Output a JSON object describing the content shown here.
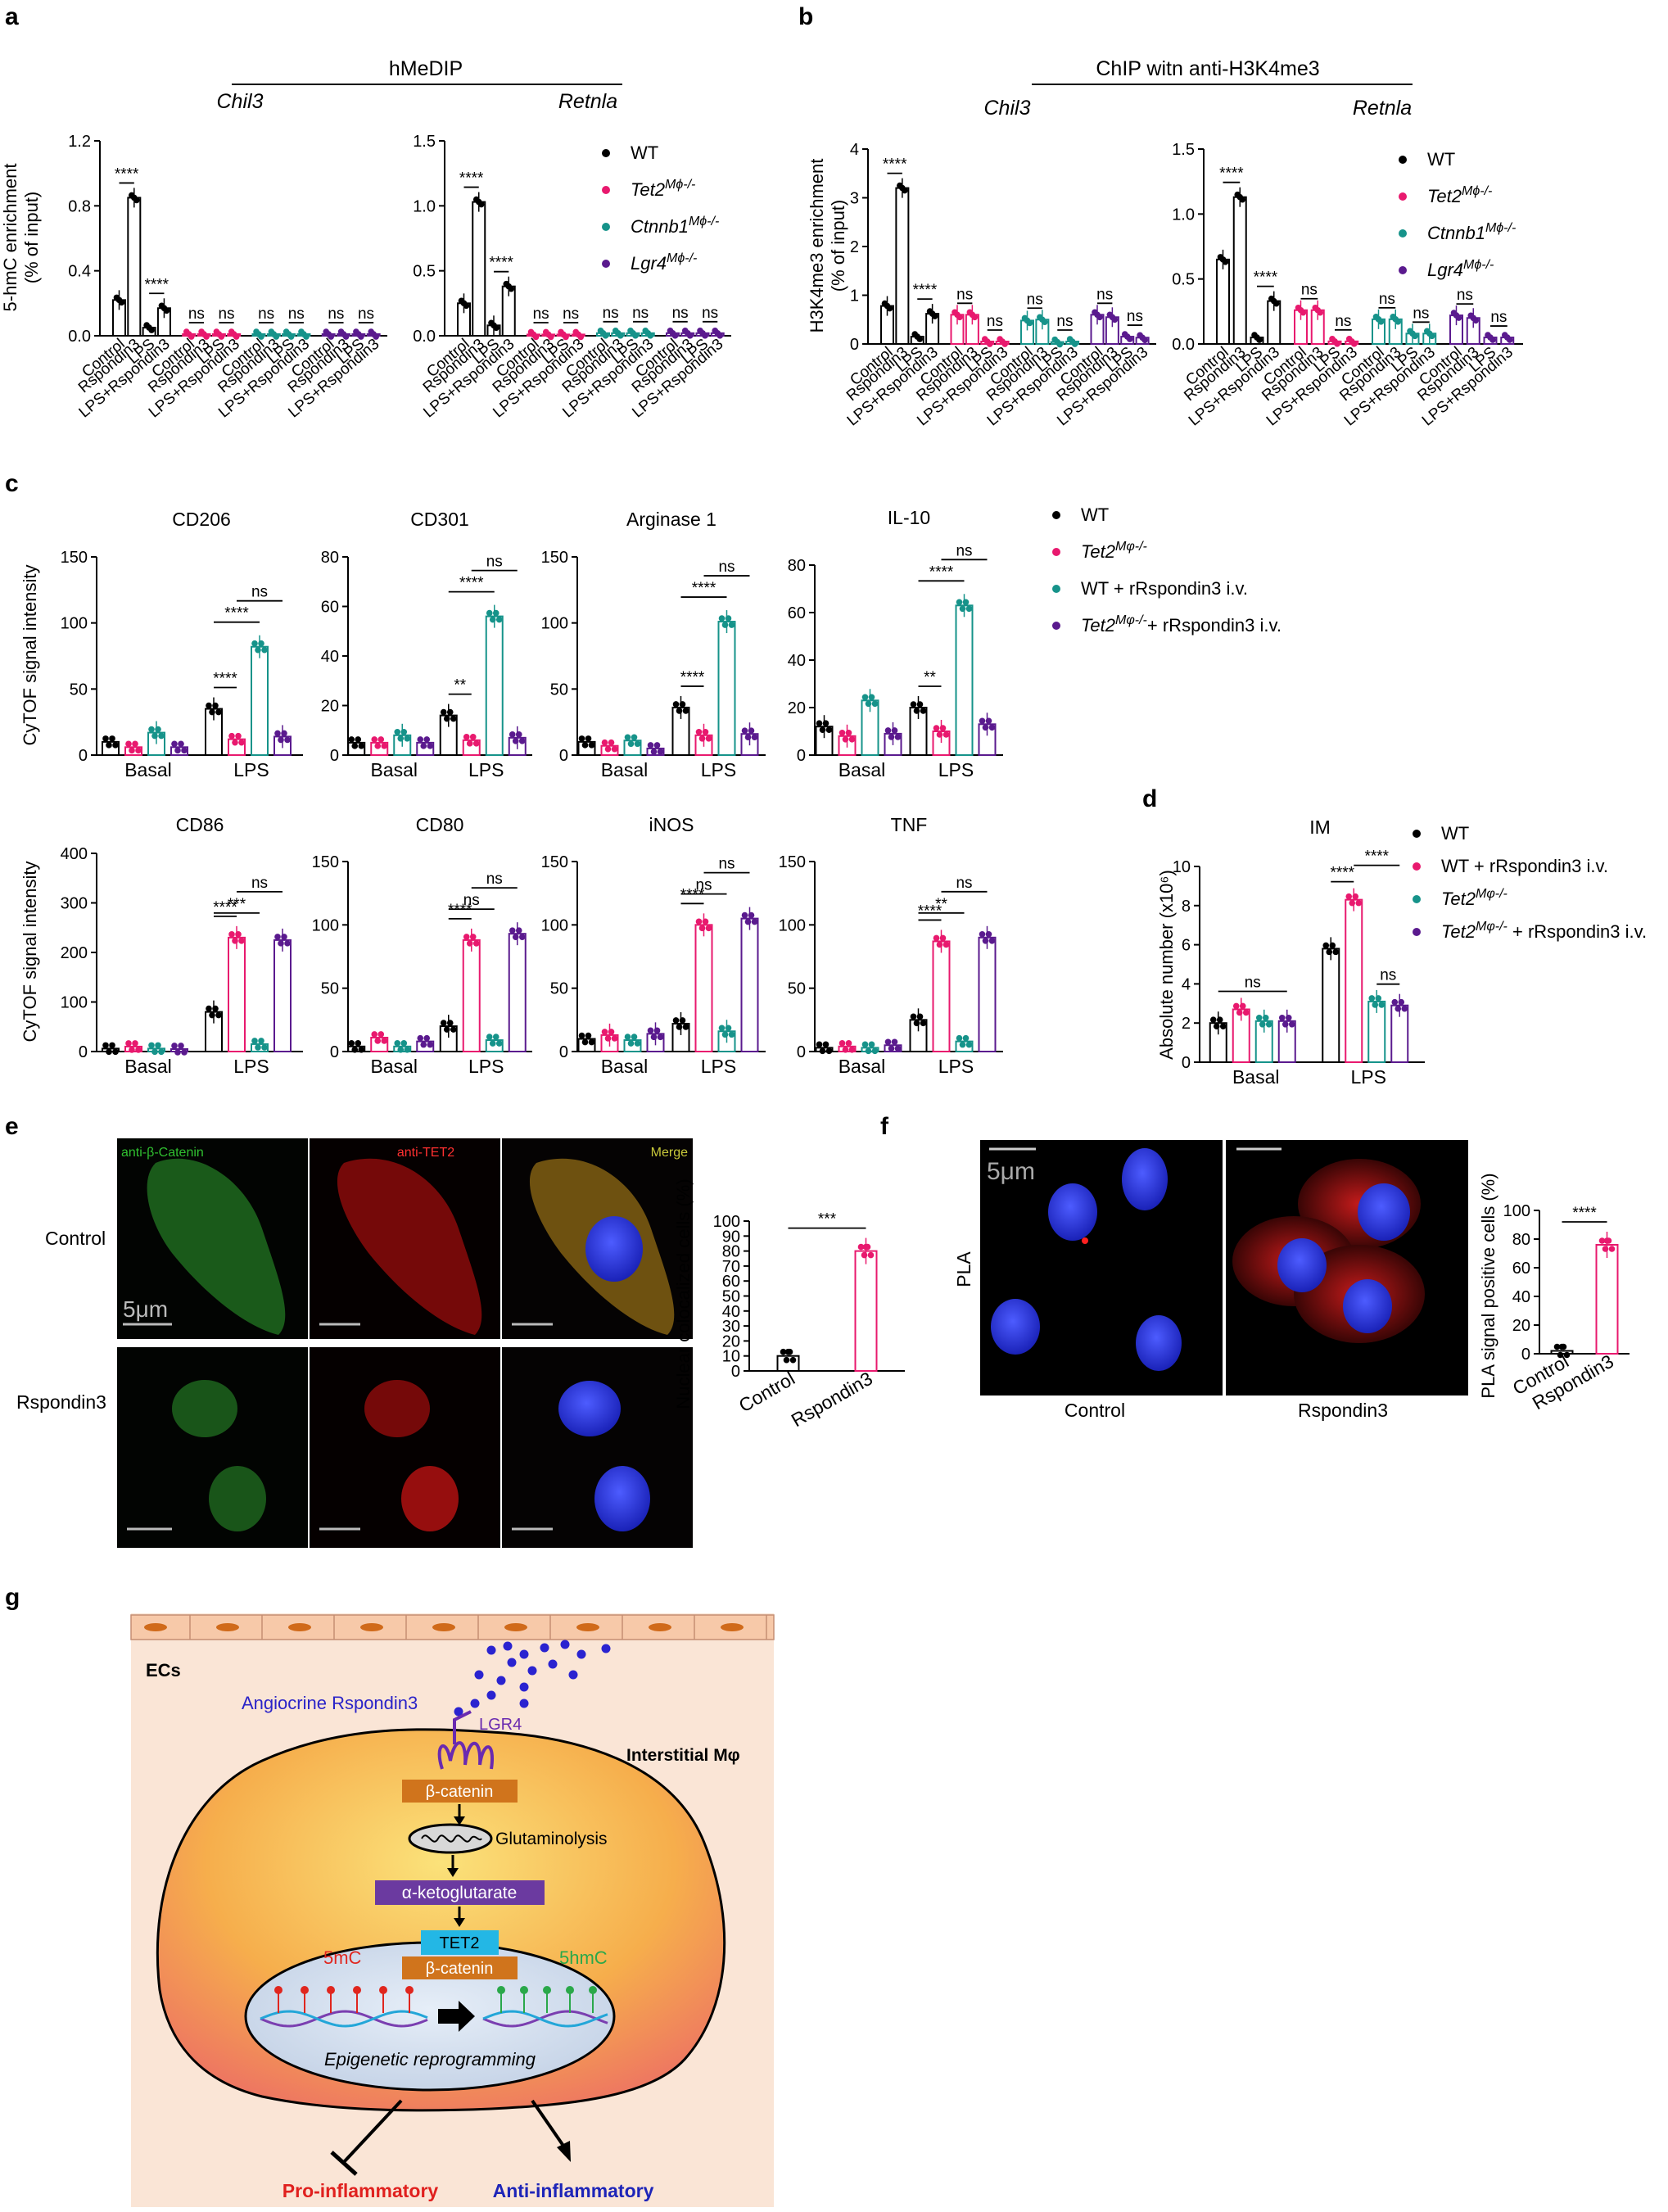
{
  "panels": {
    "a": "a",
    "b": "b",
    "c": "c",
    "d": "d",
    "e": "e",
    "f": "f",
    "g": "g"
  },
  "panel_a": {
    "header": "hMeDIP",
    "gene_left": "Chil3",
    "gene_right": "Retnla",
    "ylabel_line1": "5-hmC enrichment",
    "ylabel_line2": "(% of input)"
  },
  "panel_b": {
    "header": "ChIP witn anti-H3K4me3",
    "gene_left": "Chil3",
    "gene_right": "Retnla",
    "ylabel_line1": "H3K4me3 enrichment",
    "ylabel_line2": "(% of input)"
  },
  "legend_ab": [
    {
      "name": "WT",
      "super": "",
      "italic": false,
      "color": "#000000"
    },
    {
      "name": "Tet2",
      "super": "Mϕ-/-",
      "italic": true,
      "color": "#e8196e"
    },
    {
      "name": "Ctnnb1",
      "super": "Mϕ-/-",
      "italic": true,
      "color": "#16938a"
    },
    {
      "name": "Lgr4",
      "super": "Mϕ-/-",
      "italic": true,
      "color": "#5a1a8e"
    }
  ],
  "legend_c": [
    {
      "name": "WT",
      "super": "",
      "italic": false,
      "color": "#000000"
    },
    {
      "name": "Tet2",
      "super": "Mφ-/-",
      "italic": true,
      "color": "#e8196e"
    },
    {
      "name": "WT + rRspondin3 i.v.",
      "super": "",
      "italic": false,
      "color": "#16938a"
    },
    {
      "name": "Tet2",
      "super": "Mφ-/-",
      "suffix": "+ rRspondin3 i.v.",
      "italic": true,
      "color": "#5a1a8e"
    }
  ],
  "legend_d": [
    {
      "name": "WT",
      "super": "",
      "italic": false,
      "color": "#000000"
    },
    {
      "name": "WT + rRspondin3 i.v.",
      "super": "",
      "italic": false,
      "color": "#e8196e"
    },
    {
      "name": "Tet2",
      "super": "Mφ-/-",
      "italic": true,
      "color": "#16938a"
    },
    {
      "name": "Tet2",
      "super": "Mφ-/-",
      "suffix": " + rRspondin3 i.v.",
      "italic": true,
      "color": "#5a1a8e"
    }
  ],
  "chart_data": [
    {
      "id": "a-chil3",
      "type": "bar",
      "title": "Chil3",
      "ylabel": "5-hmC enrichment (% of input)",
      "ylim": [
        0,
        1.2
      ],
      "yticks": [
        "0.0",
        "0.4",
        "0.8",
        "1.2"
      ],
      "categories": [
        "Control",
        "Rspondin3",
        "LPS",
        "LPS+Rspondin3"
      ],
      "series": [
        {
          "name": "WT",
          "values": [
            0.22,
            0.85,
            0.05,
            0.17
          ]
        },
        {
          "name": "Tet2Mϕ-/-",
          "values": [
            0.01,
            0.01,
            0.01,
            0.01
          ]
        },
        {
          "name": "Ctnnb1Mϕ-/-",
          "values": [
            0.01,
            0.01,
            0.01,
            0.01
          ]
        },
        {
          "name": "Lgr4Mϕ-/-",
          "values": [
            0.01,
            0.01,
            0.01,
            0.01
          ]
        }
      ],
      "annotations": [
        "****",
        "****",
        "ns",
        "ns",
        "ns",
        "ns",
        "ns",
        "ns"
      ]
    },
    {
      "id": "a-retnla",
      "type": "bar",
      "title": "Retnla",
      "ylim": [
        0,
        1.5
      ],
      "yticks": [
        "0.0",
        "0.5",
        "1.0",
        "1.5"
      ],
      "categories": [
        "Control",
        "Rspondin3",
        "LPS",
        "LPS+Rspondin3"
      ],
      "series": [
        {
          "name": "WT",
          "values": [
            0.25,
            1.03,
            0.08,
            0.38
          ]
        },
        {
          "name": "Tet2Mϕ-/-",
          "values": [
            0.01,
            0.01,
            0.01,
            0.01
          ]
        },
        {
          "name": "Ctnnb1Mϕ-/-",
          "values": [
            0.02,
            0.02,
            0.02,
            0.02
          ]
        },
        {
          "name": "Lgr4Mϕ-/-",
          "values": [
            0.02,
            0.02,
            0.02,
            0.02
          ]
        }
      ],
      "annotations": [
        "****",
        "****",
        "ns",
        "ns",
        "ns",
        "ns",
        "ns",
        "ns"
      ]
    },
    {
      "id": "b-chil3",
      "type": "bar",
      "title": "Chil3",
      "ylabel": "H3K4me3 enrichment (% of input)",
      "ylim": [
        0,
        4
      ],
      "yticks": [
        "0",
        "1",
        "2",
        "3",
        "4"
      ],
      "categories": [
        "Control",
        "Rspondin3",
        "LPS",
        "LPS+Rspondin3"
      ],
      "series": [
        {
          "name": "WT",
          "values": [
            0.78,
            3.2,
            0.15,
            0.62
          ]
        },
        {
          "name": "Tet2Mϕ-/-",
          "values": [
            0.6,
            0.6,
            0.05,
            0.05
          ]
        },
        {
          "name": "Ctnnb1Mϕ-/-",
          "values": [
            0.48,
            0.5,
            0.04,
            0.05
          ]
        },
        {
          "name": "Lgr4Mϕ-/-",
          "values": [
            0.6,
            0.55,
            0.15,
            0.13
          ]
        }
      ],
      "annotations": [
        "****",
        "****",
        "ns",
        "ns",
        "ns",
        "ns",
        "ns",
        "ns"
      ]
    },
    {
      "id": "b-retnla",
      "type": "bar",
      "title": "Retnla",
      "ylim": [
        0,
        1.5
      ],
      "yticks": [
        "0.0",
        "0.5",
        "1.0",
        "1.5"
      ],
      "categories": [
        "Control",
        "Rspondin3",
        "LPS",
        "LPS+Rspondin3"
      ],
      "series": [
        {
          "name": "WT",
          "values": [
            0.65,
            1.13,
            0.05,
            0.33
          ]
        },
        {
          "name": "Tet2Mϕ-/-",
          "values": [
            0.26,
            0.26,
            0.02,
            0.02
          ]
        },
        {
          "name": "Ctnnb1Mϕ-/-",
          "values": [
            0.19,
            0.19,
            0.08,
            0.08
          ]
        },
        {
          "name": "Lgr4Mϕ-/-",
          "values": [
            0.22,
            0.2,
            0.05,
            0.05
          ]
        }
      ],
      "annotations": [
        "****",
        "****",
        "ns",
        "ns",
        "ns",
        "ns",
        "ns",
        "ns"
      ]
    },
    {
      "id": "c-cd206",
      "type": "bar",
      "title": "CD206",
      "ylabel": "CyTOF signal intensity",
      "ylim": [
        0,
        150
      ],
      "yticks": [
        "0",
        "50",
        "100",
        "150"
      ],
      "categories": [
        "Basal",
        "LPS"
      ],
      "series": [
        {
          "name": "WT",
          "values": [
            10,
            35
          ]
        },
        {
          "name": "Tet2Mφ-/-",
          "values": [
            6,
            12
          ]
        },
        {
          "name": "WT + rRspondin3 i.v.",
          "values": [
            17,
            82
          ]
        },
        {
          "name": "Tet2Mφ-/-+ rRspondin3 i.v.",
          "values": [
            6,
            14
          ]
        }
      ],
      "annotations": [
        "****",
        "****",
        "ns"
      ]
    },
    {
      "id": "c-cd301",
      "type": "bar",
      "title": "CD301",
      "ylim": [
        0,
        80
      ],
      "yticks": [
        "0",
        "20",
        "40",
        "60",
        "80"
      ],
      "categories": [
        "Basal",
        "LPS"
      ],
      "series": [
        {
          "name": "WT",
          "values": [
            5,
            16
          ]
        },
        {
          "name": "Tet2Mφ-/-",
          "values": [
            5,
            6
          ]
        },
        {
          "name": "WT + rRspondin3 i.v.",
          "values": [
            8,
            56
          ]
        },
        {
          "name": "Tet2Mφ-/-+ rRspondin3 i.v.",
          "values": [
            5,
            7
          ]
        }
      ],
      "annotations": [
        "**",
        "****",
        "ns"
      ]
    },
    {
      "id": "c-arg1",
      "type": "bar",
      "title": "Arginase 1",
      "ylim": [
        0,
        150
      ],
      "yticks": [
        "0",
        "50",
        "100",
        "150"
      ],
      "categories": [
        "Basal",
        "LPS"
      ],
      "series": [
        {
          "name": "WT",
          "values": [
            10,
            36
          ]
        },
        {
          "name": "Tet2Mφ-/-",
          "values": [
            7,
            15
          ]
        },
        {
          "name": "WT + rRspondin3 i.v.",
          "values": [
            11,
            101
          ]
        },
        {
          "name": "Tet2Mφ-/-+ rRspondin3 i.v.",
          "values": [
            5,
            16
          ]
        }
      ],
      "annotations": [
        "****",
        "****",
        "ns"
      ]
    },
    {
      "id": "c-il10",
      "type": "bar",
      "title": "IL-10",
      "ylim": [
        0,
        80
      ],
      "yticks": [
        "0",
        "20",
        "40",
        "60",
        "80"
      ],
      "categories": [
        "Basal",
        "LPS"
      ],
      "series": [
        {
          "name": "WT",
          "values": [
            12,
            20
          ]
        },
        {
          "name": "Tet2Mφ-/-",
          "values": [
            8,
            10
          ]
        },
        {
          "name": "WT + rRspondin3 i.v.",
          "values": [
            23,
            63
          ]
        },
        {
          "name": "Tet2Mφ-/-+ rRspondin3 i.v.",
          "values": [
            9,
            13
          ]
        }
      ],
      "annotations": [
        "**",
        "****",
        "ns"
      ]
    },
    {
      "id": "c-cd86",
      "type": "bar",
      "title": "CD86",
      "ylabel": "CyTOF signal intensity",
      "ylim": [
        0,
        400
      ],
      "yticks": [
        "0",
        "100",
        "200",
        "300",
        "400"
      ],
      "categories": [
        "Basal",
        "LPS"
      ],
      "series": [
        {
          "name": "WT",
          "values": [
            6,
            80
          ]
        },
        {
          "name": "Tet2Mφ-/-",
          "values": [
            10,
            230
          ]
        },
        {
          "name": "WT + rRspondin3 i.v.",
          "values": [
            6,
            15
          ]
        },
        {
          "name": "Tet2Mφ-/-+ rRspondin3 i.v.",
          "values": [
            5,
            225
          ]
        }
      ],
      "annotations": [
        "****",
        "***",
        "ns"
      ]
    },
    {
      "id": "c-cd80",
      "type": "bar",
      "title": "CD80",
      "ylim": [
        0,
        150
      ],
      "yticks": [
        "0",
        "50",
        "100",
        "150"
      ],
      "categories": [
        "Basal",
        "LPS"
      ],
      "series": [
        {
          "name": "WT",
          "values": [
            4,
            20
          ]
        },
        {
          "name": "Tet2Mφ-/-",
          "values": [
            11,
            88
          ]
        },
        {
          "name": "WT + rRspondin3 i.v.",
          "values": [
            4,
            9
          ]
        },
        {
          "name": "Tet2Mφ-/-+ rRspondin3 i.v.",
          "values": [
            8,
            93
          ]
        }
      ],
      "annotations": [
        "****",
        "ns",
        "ns"
      ]
    },
    {
      "id": "c-inos",
      "type": "bar",
      "title": "iNOS",
      "ylim": [
        0,
        150
      ],
      "yticks": [
        "0",
        "50",
        "100",
        "150"
      ],
      "categories": [
        "Basal",
        "LPS"
      ],
      "series": [
        {
          "name": "WT",
          "values": [
            10,
            22
          ]
        },
        {
          "name": "Tet2Mφ-/-",
          "values": [
            13,
            100
          ]
        },
        {
          "name": "WT + rRspondin3 i.v.",
          "values": [
            9,
            16
          ]
        },
        {
          "name": "Tet2Mφ-/-+ rRspondin3 i.v.",
          "values": [
            14,
            105
          ]
        }
      ],
      "annotations": [
        "****",
        "ns",
        "ns"
      ]
    },
    {
      "id": "c-tnf",
      "type": "bar",
      "title": "TNF",
      "ylim": [
        0,
        150
      ],
      "yticks": [
        "0",
        "50",
        "100",
        "150"
      ],
      "categories": [
        "Basal",
        "LPS"
      ],
      "series": [
        {
          "name": "WT",
          "values": [
            3,
            25
          ]
        },
        {
          "name": "Tet2Mφ-/-",
          "values": [
            4,
            87
          ]
        },
        {
          "name": "WT + rRspondin3 i.v.",
          "values": [
            3,
            8
          ]
        },
        {
          "name": "Tet2Mφ-/-+ rRspondin3 i.v.",
          "values": [
            5,
            90
          ]
        }
      ],
      "annotations": [
        "****",
        "**",
        "ns"
      ]
    },
    {
      "id": "d-im",
      "type": "bar",
      "title": "IM",
      "ylabel": "Absolute number (x10⁶)",
      "ylim": [
        0,
        10
      ],
      "yticks": [
        "0",
        "2",
        "4",
        "6",
        "8",
        "10"
      ],
      "categories": [
        "Basal",
        "LPS"
      ],
      "series": [
        {
          "name": "WT",
          "values": [
            2.0,
            5.8
          ]
        },
        {
          "name": "WT + rRspondin3 i.v.",
          "values": [
            2.7,
            8.3
          ]
        },
        {
          "name": "Tet2Mφ-/-",
          "values": [
            2.1,
            3.1
          ]
        },
        {
          "name": "Tet2Mφ-/- + rRspondin3 i.v.",
          "values": [
            2.1,
            2.9
          ]
        }
      ],
      "annotations": [
        "ns",
        "****",
        "****",
        "ns"
      ]
    },
    {
      "id": "e-coloc",
      "type": "bar",
      "ylabel": "Nuclear colocalized cells (%)",
      "ylim": [
        0,
        100
      ],
      "yticks": [
        "0",
        "10",
        "20",
        "30",
        "40",
        "50",
        "60",
        "70",
        "80",
        "90",
        "100"
      ],
      "categories": [
        "Control",
        "Rspondin3"
      ],
      "values": [
        10,
        80
      ],
      "colors": [
        "#000000",
        "#e8196e"
      ],
      "annotations": [
        "***"
      ]
    },
    {
      "id": "f-pla",
      "type": "bar",
      "ylabel": "PLA signal positive cells (%)",
      "ylim": [
        0,
        100
      ],
      "yticks": [
        "0",
        "20",
        "40",
        "60",
        "80",
        "100"
      ],
      "categories": [
        "Control",
        "Rspondin3"
      ],
      "values": [
        2,
        76
      ],
      "colors": [
        "#000000",
        "#e8196e"
      ],
      "annotations": [
        "****"
      ]
    }
  ],
  "panel_e": {
    "row1": "Control",
    "row2": "Rspondin3",
    "ch1": "anti-β-Catenin",
    "ch2": "anti-TET2",
    "ch3": "Merge",
    "scale": "5μm"
  },
  "panel_f": {
    "side": "PLA",
    "col1": "Control",
    "col2": "Rspondin3",
    "scale": "5μm"
  },
  "panel_g": {
    "ecs": "ECs",
    "angiocrine": "Angiocrine Rspondin3",
    "lgr4": "LGR4",
    "interstitial": "Interstitial Mφ",
    "bcat1": "β-catenin",
    "glut": "Glutaminolysis",
    "akg": "α-ketoglutarate",
    "tet2": "TET2",
    "bcat2": "β-catenin",
    "m5c": "5mC",
    "hm5c": "5hmC",
    "epi": "Epigenetic reprogramming",
    "pro": "Pro-inflammatory",
    "anti": "Anti-inflammatory"
  }
}
